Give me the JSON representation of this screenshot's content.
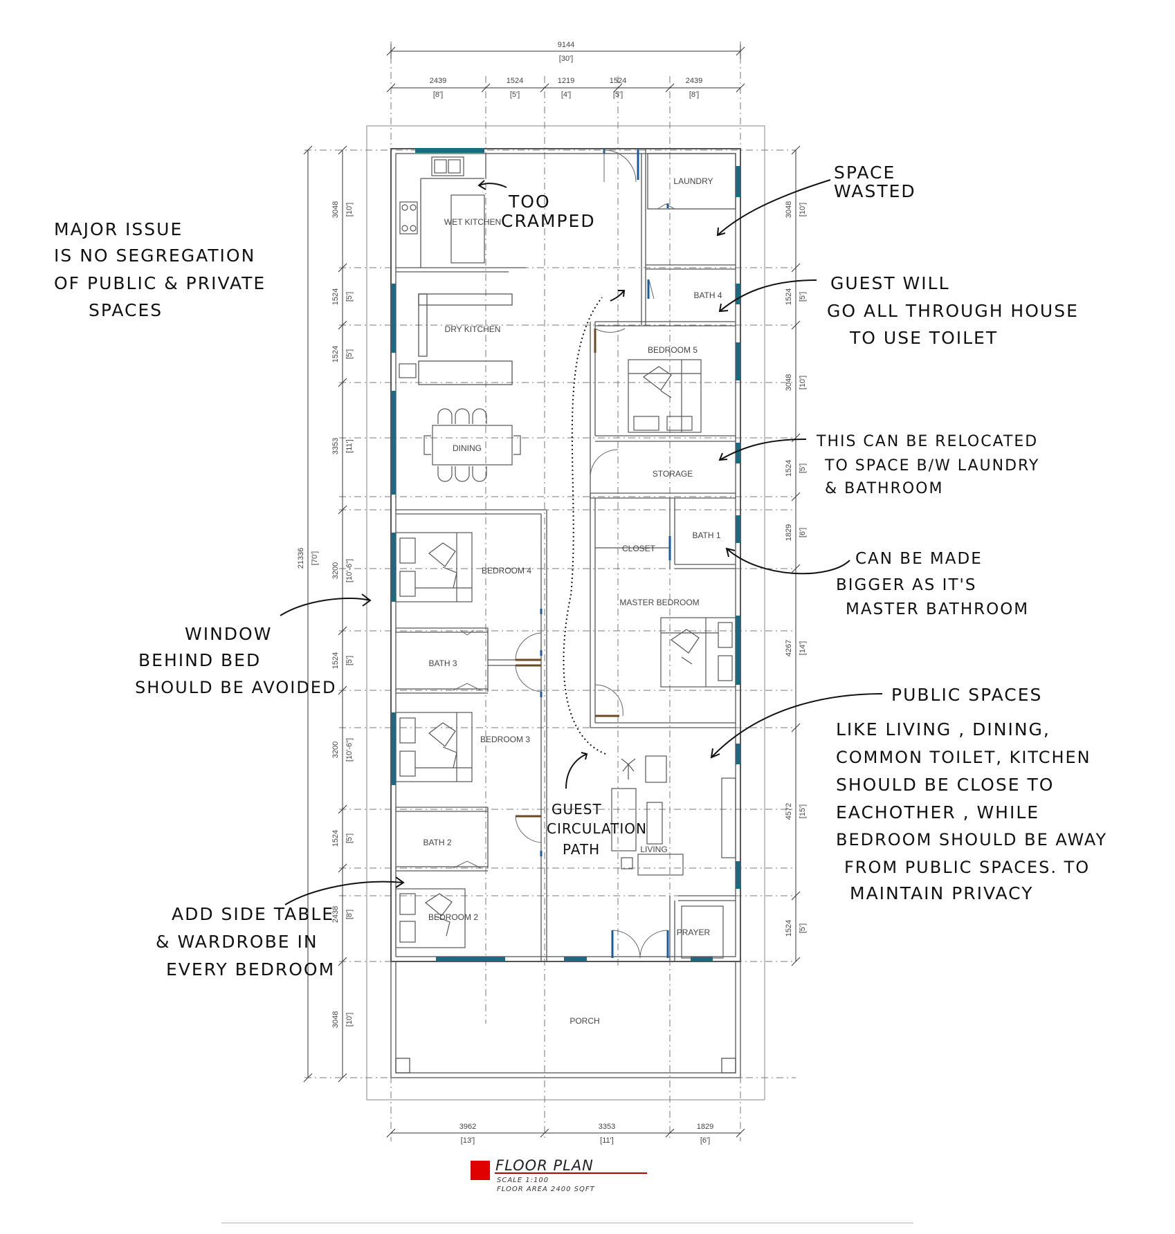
{
  "plan": {
    "title": "FLOOR PLAN",
    "scale": "SCALE 1:100",
    "area": "FLOOR AREA 2400 SQFT",
    "accent_color": "#e00000",
    "window_color": "#1a6b80",
    "door_color": "#1a5aa0"
  },
  "rooms": {
    "wet_kitchen": "WET KITCHEN",
    "dry_kitchen": "DRY KITCHEN",
    "dining": "DINING",
    "bedroom4": "BEDROOM 4",
    "bath3": "BATH 3",
    "bedroom3": "BEDROOM 3",
    "bath2": "BATH 2",
    "bedroom2": "BEDROOM 2",
    "laundry": "LAUNDRY",
    "bath4": "BATH 4",
    "bedroom5": "BEDROOM 5",
    "storage": "STORAGE",
    "closet": "CLOSET",
    "bath1": "BATH 1",
    "master_bedroom": "MASTER BEDROOM",
    "living": "LIVING",
    "prayer": "PRAYER",
    "porch": "PORCH"
  },
  "dimensions": {
    "top_total": [
      "9144",
      "[30']"
    ],
    "top": [
      [
        "2439",
        "[8']"
      ],
      [
        "1524",
        "[5']"
      ],
      [
        "1219",
        "[4']"
      ],
      [
        "1524",
        "[5']"
      ],
      [
        "2439",
        "[8']"
      ]
    ],
    "bottom": [
      [
        "3962",
        "[13']"
      ],
      [
        "3353",
        "[11']"
      ],
      [
        "1829",
        "[6']"
      ]
    ],
    "left_total": [
      "21336",
      "[70']"
    ],
    "left": [
      [
        "3048",
        "[10']"
      ],
      [
        "1524",
        "[5']"
      ],
      [
        "1524",
        "[5']"
      ],
      [
        "3353",
        "[11']"
      ],
      [
        "3200",
        "[10'-6\"]"
      ],
      [
        "1524",
        "[5']"
      ],
      [
        "3200",
        "[10'-6\"]"
      ],
      [
        "1524",
        "[5']"
      ],
      [
        "2438",
        "[8']"
      ],
      [
        "3048",
        "[10']"
      ]
    ],
    "right": [
      [
        "3048",
        "[10']"
      ],
      [
        "1524",
        "[5']"
      ],
      [
        "3048",
        "[10']"
      ],
      [
        "1524",
        "[5']"
      ],
      [
        "1829",
        "[6']"
      ],
      [
        "4267",
        "[14']"
      ],
      [
        "4572",
        "[15']"
      ],
      [
        "1524",
        "[5']"
      ]
    ]
  },
  "notes": {
    "major_issue": [
      "MAJOR ISSUE",
      "IS NO SEGREGATION",
      "OF PUBLIC & PRIVATE",
      "SPACES"
    ],
    "too_cramped": [
      "TOO",
      "CRAMPED"
    ],
    "space_wasted": [
      "SPACE",
      "WASTED"
    ],
    "guest_toilet": [
      "GUEST WILL",
      "GO ALL THROUGH HOUSE",
      "TO USE TOILET"
    ],
    "relocate": [
      "THIS CAN BE RELOCATED",
      "TO SPACE B/W LAUNDRY",
      "& BATHROOM"
    ],
    "master_bath": [
      "CAN BE MADE",
      "BIGGER AS IT'S",
      "MASTER BATHROOM"
    ],
    "window_bed": [
      "WINDOW",
      "BEHIND BED",
      "SHOULD BE AVOIDED"
    ],
    "public_spaces": [
      "PUBLIC SPACES",
      "LIKE LIVING , DINING,",
      "COMMON TOILET, KITCHEN",
      "SHOULD BE CLOSE TO",
      "EACHOTHER , WHILE",
      "BEDROOM SHOULD BE AWAY",
      "FROM PUBLIC SPACES. TO",
      "MAINTAIN PRIVACY"
    ],
    "guest_path": [
      "GUEST",
      "CIRCULATION",
      "PATH"
    ],
    "side_table": [
      "ADD SIDE TABLE",
      "& WARDROBE IN",
      "EVERY BEDROOM"
    ]
  }
}
